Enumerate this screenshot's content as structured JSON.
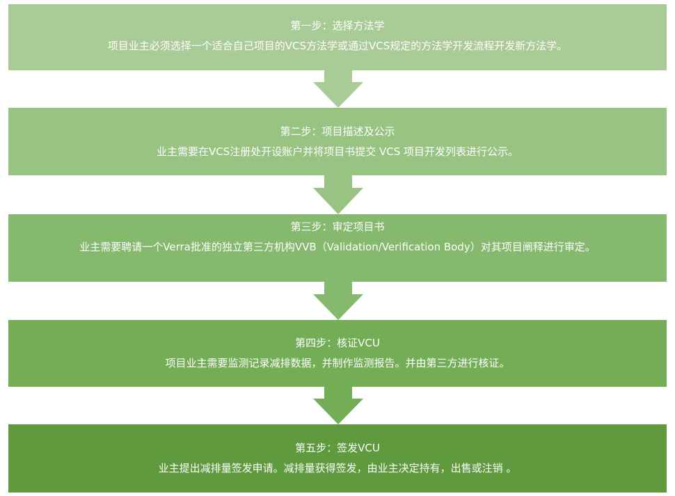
{
  "colors": {
    "step1": "#a9cc97",
    "step2": "#98c383",
    "step3": "#85b96d",
    "step4": "#73ae57",
    "step5": "#5f9a3e"
  },
  "steps": [
    {
      "title": "第一步：选择方法学",
      "desc": "项目业主必须选择一个适合自己项目的VCS方法学或通过VCS规定的方法学开发流程开发新方法学。"
    },
    {
      "title": "第二步：项目描述及公示",
      "desc": "业主需要在VCS注册处开设账户并将项目书提交 VCS 项目开发列表进行公示。"
    },
    {
      "title": "第三步：审定项目书",
      "desc": "业主需要聘请一个Verra批准的独立第三方机构VVB（Validation/Verification Body）对其项目阐释进行审定。"
    },
    {
      "title": "第四步：核证VCU",
      "desc": "项目业主需要监测记录减排数据，并制作监测报告。并由第三方进行核证。"
    },
    {
      "title": "第五步：签发VCU",
      "desc": "业主提出减排量签发申请。减排量获得签发，由业主决定持有，出售或注销 。"
    }
  ]
}
